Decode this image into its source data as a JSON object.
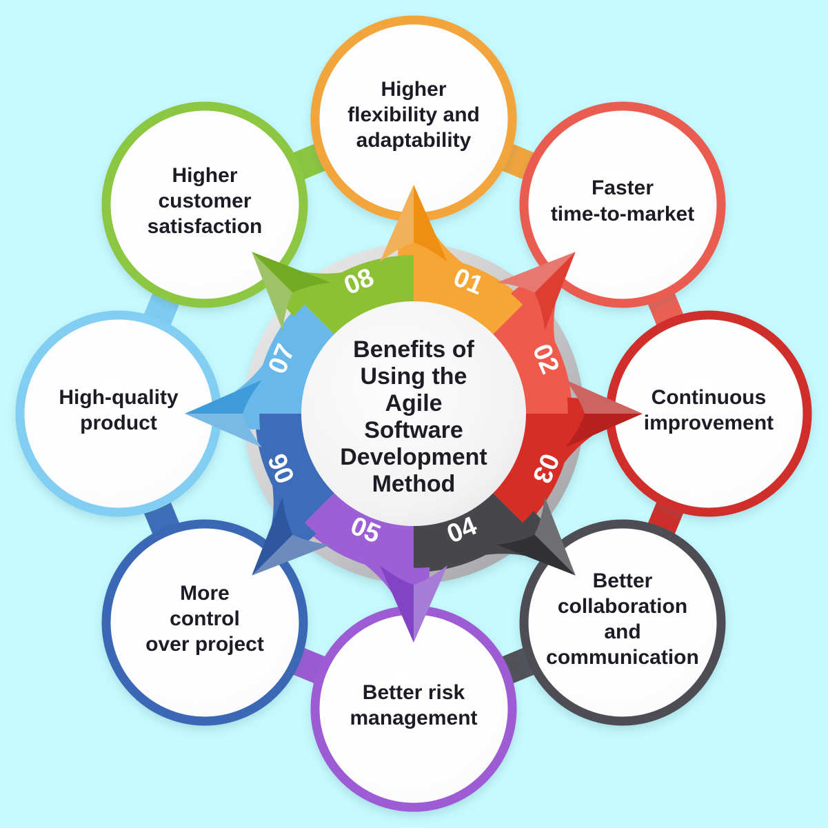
{
  "background_color": "#C7FAFF",
  "text_color": "#1D1D26",
  "number_color": "#FFFFFF",
  "center": {
    "title_lines": [
      "Benefits of",
      "Using the",
      "Agile",
      "Software",
      "Development",
      "Method"
    ]
  },
  "wheel_segments": [
    {
      "number": "01",
      "color": "#F5A636",
      "arrow_color": "#EE8F13"
    },
    {
      "number": "02",
      "color": "#EE5A4B",
      "arrow_color": "#DD3E31"
    },
    {
      "number": "03",
      "color": "#D62E27",
      "arrow_color": "#B7211E"
    },
    {
      "number": "04",
      "color": "#47474B",
      "arrow_color": "#313136"
    },
    {
      "number": "05",
      "color": "#9C5FD6",
      "arrow_color": "#8044C4"
    },
    {
      "number": "06",
      "color": "#3C6CB9",
      "arrow_color": "#2D589F"
    },
    {
      "number": "07",
      "color": "#67B9E9",
      "arrow_color": "#3F9BD9"
    },
    {
      "number": "08",
      "color": "#8CC035",
      "arrow_color": "#73AA24"
    }
  ],
  "nodes": [
    {
      "lines": [
        "Higher",
        "flexibility and",
        "adaptability"
      ],
      "ring_color": "#F2A43C"
    },
    {
      "lines": [
        "Faster",
        "time-to-market"
      ],
      "ring_color": "#E95C50"
    },
    {
      "lines": [
        "Continuous",
        "improvement"
      ],
      "ring_color": "#CF2D2B"
    },
    {
      "lines": [
        "Better",
        "collaboration",
        "and",
        "communication"
      ],
      "ring_color": "#4D4D52"
    },
    {
      "lines": [
        "Better risk",
        "management"
      ],
      "ring_color": "#9D5BD4"
    },
    {
      "lines": [
        "More",
        "control",
        "over project"
      ],
      "ring_color": "#3A68B5"
    },
    {
      "lines": [
        "High-quality",
        "product"
      ],
      "ring_color": "#82CEF2"
    },
    {
      "lines": [
        "Higher",
        "customer",
        "satisfaction"
      ],
      "ring_color": "#8DC63F"
    }
  ],
  "connectors": [
    {
      "color": "#F2A43C"
    },
    {
      "color": "#ED5F52"
    },
    {
      "color": "#CE2D29"
    },
    {
      "color": "#515156"
    },
    {
      "color": "#9C5AD3"
    },
    {
      "color": "#3E6DBA"
    },
    {
      "color": "#7FCDF2"
    },
    {
      "color": "#8DC63F"
    }
  ]
}
